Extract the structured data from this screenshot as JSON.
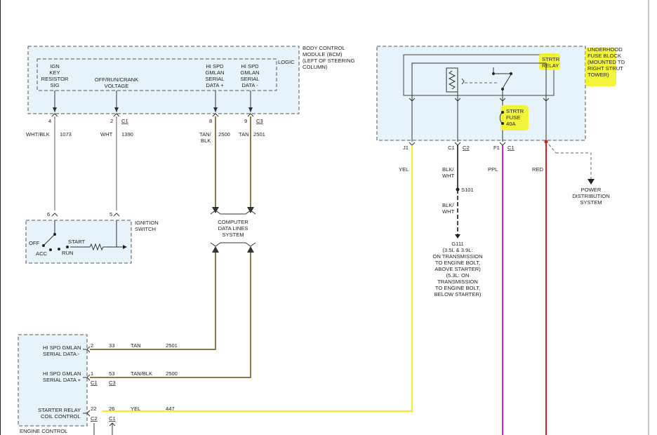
{
  "colors": {
    "module_fill": "#e6f3fa",
    "highlight": "#f3f32a",
    "wire_yellow": "#f4ee2a",
    "wire_purple": "#d81fd0",
    "wire_red": "#d61c1c",
    "wire_tan": "#8a7a4a",
    "wire_gray": "#9a9a9a"
  },
  "bcm": {
    "title_lines": [
      "BODY CONTROL",
      "MODULE (BCM)",
      "(LEFT OF STEERING",
      "COLUMN)"
    ],
    "logic_label": "LOGIC",
    "signals": [
      {
        "lines": [
          "IGN",
          "KEY",
          "RESISTOR",
          "SIG"
        ]
      },
      {
        "lines": [
          "OFF/RUN/CRANK",
          "VOLTAGE"
        ]
      },
      {
        "lines": [
          "HI SPD",
          "GMLAN",
          "SERIAL",
          "DATA +"
        ]
      },
      {
        "lines": [
          "HI SPD",
          "GMLAN",
          "SERIAL",
          "DATA -"
        ]
      }
    ],
    "pins": [
      "4",
      "2",
      "8",
      "9"
    ],
    "connectors": [
      "C1",
      "C3"
    ]
  },
  "wires_top": {
    "w1": {
      "color": "WHT/BLK",
      "circuit": "1073"
    },
    "w2": {
      "color": "WHT",
      "circuit": "1390"
    },
    "w3": {
      "color_lines": [
        "TAN/",
        "BLK"
      ],
      "circuit": "2500"
    },
    "w4": {
      "color": "TAN",
      "circuit": "2501"
    }
  },
  "ignition": {
    "title_lines": [
      "IGNITION",
      "SWITCH"
    ],
    "pins": [
      "6",
      "5"
    ],
    "positions": {
      "off": "OFF",
      "acc": "ACC",
      "run": "RUN",
      "start": "START"
    }
  },
  "data_lines": {
    "lines": [
      "COMPUTER",
      "DATA LINES",
      "SYSTEM"
    ]
  },
  "fuse_block": {
    "title_lines": [
      "UNDERHOOD",
      "FUSE BLOCK",
      "(MOUNTED TO",
      "RIGHT STRUT",
      "TOWER)"
    ],
    "relay_lines": [
      "STRTR",
      "RELAY"
    ],
    "fuse_lines": [
      "STRTR",
      "FUSE",
      "40A"
    ],
    "pins": [
      "J1",
      "C1",
      "F1"
    ],
    "connectors": [
      "C2",
      "C1"
    ]
  },
  "wires_right": {
    "yel": "YEL",
    "blk_top": [
      "BLK/",
      "WHT"
    ],
    "splice": "S101",
    "blk_bottom": [
      "BLK/",
      "WHT"
    ],
    "ppl": "PPL",
    "red": "RED"
  },
  "ground": {
    "name": "G111",
    "lines": [
      "(3.5L & 3.9L:",
      "ON TRANSMISSION",
      "TO ENGINE BOLT,",
      "ABOVE STARTER)",
      "(5.3L: ON",
      "TRANSMISSION",
      "TO ENGINE BOLT,",
      "BELOW STARTER)"
    ]
  },
  "power_dist": {
    "lines": [
      "POWER",
      "DISTRIBUTION",
      "SYSTEM"
    ]
  },
  "ecm": {
    "title": "ENGINE CONTROL",
    "rows": [
      {
        "lines": [
          "HI SPD GMLAN",
          "SERIAL DATA -"
        ],
        "pin": "2",
        "conn_pin": "33",
        "color": "TAN",
        "circuit": "2501"
      },
      {
        "lines": [
          "HI SPD GMLAN",
          "SERIAL DATA +"
        ],
        "pin": "1",
        "conn_pin": "53",
        "color": "TAN/BLK",
        "circuit": "2500"
      },
      {
        "lines": [
          "STARTER RELAY",
          "COIL CONTROL"
        ],
        "pin": "22",
        "conn_pin": "26",
        "color": "YEL",
        "circuit": "447"
      }
    ],
    "conn_a": [
      "C1",
      "C2"
    ],
    "conn_b": [
      "C3",
      "C1"
    ]
  }
}
